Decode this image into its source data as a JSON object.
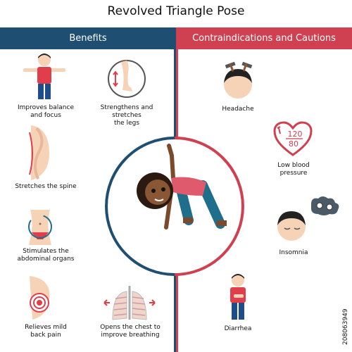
{
  "title": "Revolved Triangle Pose",
  "header": {
    "benefits": "Benefits",
    "contra": "Contraindications and Cautions"
  },
  "benefits": [
    {
      "label": "Improves balance\nand focus",
      "icon": "person-balance-icon"
    },
    {
      "label": "Strengthens and stretches\nthe legs",
      "icon": "legs-icon"
    },
    {
      "label": "Stretches the spine",
      "icon": "spine-icon"
    },
    {
      "label": "Stimulates the\nabdominal organs",
      "icon": "abdomen-icon"
    },
    {
      "label": "Relieves mild\nback pain",
      "icon": "back-pain-icon"
    },
    {
      "label": "Opens the chest to\nimprove breathing",
      "icon": "lungs-icon"
    }
  ],
  "contra": [
    {
      "label": "Headache",
      "icon": "headache-icon"
    },
    {
      "label": "Low blood\npressure",
      "icon": "blood-pressure-heart-icon",
      "reading_top": "120",
      "reading_bottom": "80"
    },
    {
      "label": "Insomnia",
      "icon": "insomnia-icon"
    },
    {
      "label": "Diarrhea",
      "icon": "diarrhea-person-icon"
    }
  ],
  "center_icon": "yoga-pose-figure-icon",
  "stock_id": "208063949",
  "colors": {
    "benefits": "#1e4f72",
    "contra": "#cf4050",
    "skin": "#f6d3b7",
    "shirt": "#e03e4a"
  }
}
